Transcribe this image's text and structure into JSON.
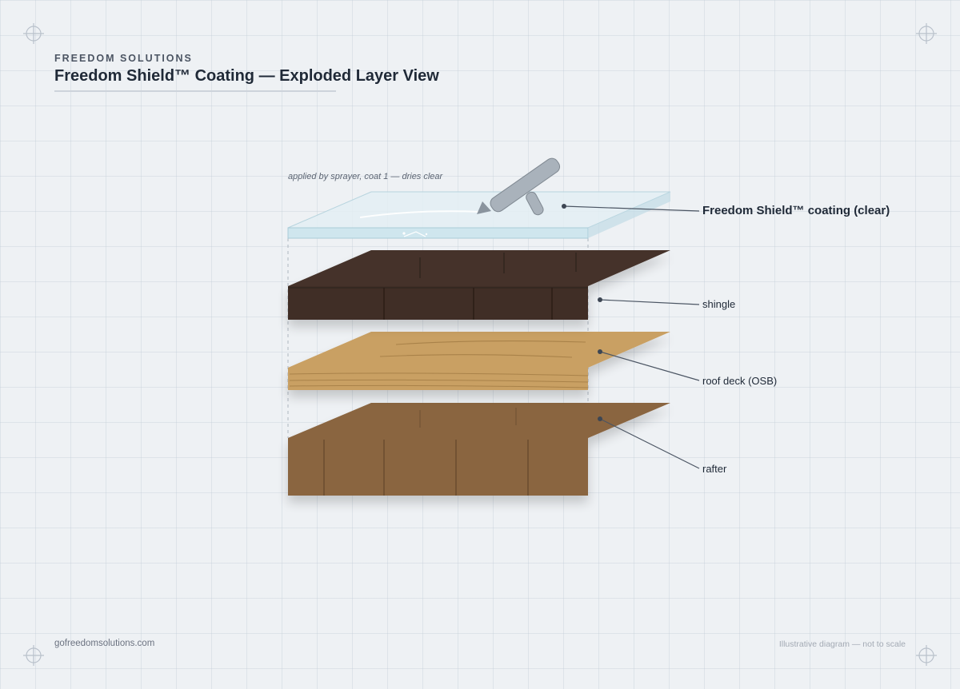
{
  "header": {
    "brand": "FREEDOM SOLUTIONS",
    "title": "Freedom Shield™ Coating — Exploded Layer View"
  },
  "diagram": {
    "note": "applied by sprayer, coat 1 — dries clear",
    "layers": [
      {
        "label": "Freedom Shield™ coating (clear)",
        "color": "#cfe6ee"
      },
      {
        "label": "shingle",
        "color": "#3f2f27"
      },
      {
        "label": "roof deck (OSB)",
        "color": "#c9a063"
      },
      {
        "label": "rafter",
        "color": "#8a6540"
      }
    ]
  },
  "footer": {
    "website": "gofreedomsolutions.com",
    "disclaimer": "Illustrative diagram — not to scale"
  }
}
